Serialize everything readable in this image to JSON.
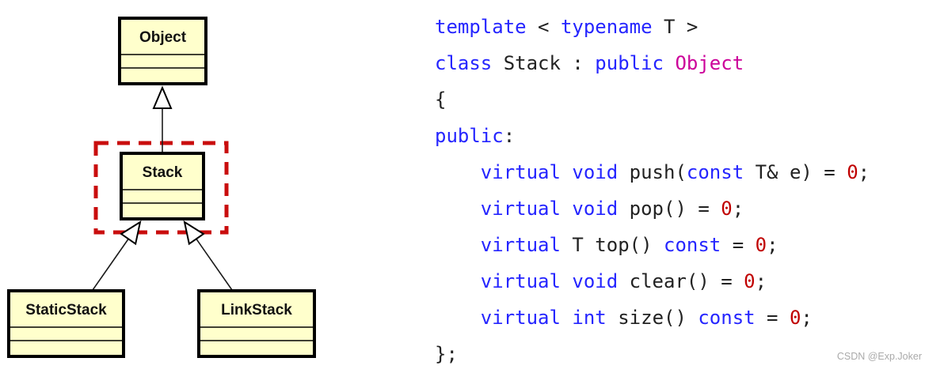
{
  "diagram": {
    "classes": [
      {
        "name": "Object"
      },
      {
        "name": "Stack",
        "highlighted": true
      },
      {
        "name": "StaticStack"
      },
      {
        "name": "LinkStack"
      }
    ],
    "relations": [
      {
        "from": "Stack",
        "to": "Object",
        "type": "generalization"
      },
      {
        "from": "StaticStack",
        "to": "Stack",
        "type": "generalization"
      },
      {
        "from": "LinkStack",
        "to": "Stack",
        "type": "generalization"
      }
    ],
    "colors": {
      "box_fill": "#ffffcc",
      "highlight": "#c90d0d"
    }
  },
  "code": {
    "colors": {
      "kw": "#2525ff",
      "type": "#cc0099",
      "num": "#c00000",
      "pl": "#222222"
    },
    "lines": [
      [
        {
          "c": "kw",
          "t": "template"
        },
        {
          "c": "pl",
          "t": " < "
        },
        {
          "c": "kw",
          "t": "typename"
        },
        {
          "c": "pl",
          "t": " T >"
        }
      ],
      [
        {
          "c": "kw",
          "t": "class"
        },
        {
          "c": "pl",
          "t": " Stack : "
        },
        {
          "c": "kw",
          "t": "public"
        },
        {
          "c": "pl",
          "t": " "
        },
        {
          "c": "type",
          "t": "Object"
        }
      ],
      [
        {
          "c": "pl",
          "t": "{"
        }
      ],
      [
        {
          "c": "kw",
          "t": "public"
        },
        {
          "c": "pl",
          "t": ":"
        }
      ],
      [
        {
          "c": "pl",
          "t": "    "
        },
        {
          "c": "kw",
          "t": "virtual"
        },
        {
          "c": "pl",
          "t": " "
        },
        {
          "c": "kw",
          "t": "void"
        },
        {
          "c": "pl",
          "t": " push("
        },
        {
          "c": "kw",
          "t": "const"
        },
        {
          "c": "pl",
          "t": " T& e) = "
        },
        {
          "c": "num",
          "t": "0"
        },
        {
          "c": "pl",
          "t": ";"
        }
      ],
      [
        {
          "c": "pl",
          "t": "    "
        },
        {
          "c": "kw",
          "t": "virtual"
        },
        {
          "c": "pl",
          "t": " "
        },
        {
          "c": "kw",
          "t": "void"
        },
        {
          "c": "pl",
          "t": " pop() = "
        },
        {
          "c": "num",
          "t": "0"
        },
        {
          "c": "pl",
          "t": ";"
        }
      ],
      [
        {
          "c": "pl",
          "t": "    "
        },
        {
          "c": "kw",
          "t": "virtual"
        },
        {
          "c": "pl",
          "t": " T top() "
        },
        {
          "c": "kw",
          "t": "const"
        },
        {
          "c": "pl",
          "t": " = "
        },
        {
          "c": "num",
          "t": "0"
        },
        {
          "c": "pl",
          "t": ";"
        }
      ],
      [
        {
          "c": "pl",
          "t": "    "
        },
        {
          "c": "kw",
          "t": "virtual"
        },
        {
          "c": "pl",
          "t": " "
        },
        {
          "c": "kw",
          "t": "void"
        },
        {
          "c": "pl",
          "t": " clear() = "
        },
        {
          "c": "num",
          "t": "0"
        },
        {
          "c": "pl",
          "t": ";"
        }
      ],
      [
        {
          "c": "pl",
          "t": "    "
        },
        {
          "c": "kw",
          "t": "virtual"
        },
        {
          "c": "pl",
          "t": " "
        },
        {
          "c": "kw",
          "t": "int"
        },
        {
          "c": "pl",
          "t": " size() "
        },
        {
          "c": "kw",
          "t": "const"
        },
        {
          "c": "pl",
          "t": " = "
        },
        {
          "c": "num",
          "t": "0"
        },
        {
          "c": "pl",
          "t": ";"
        }
      ],
      [
        {
          "c": "pl",
          "t": "};"
        }
      ]
    ]
  },
  "watermark": "CSDN @Exp.Joker"
}
